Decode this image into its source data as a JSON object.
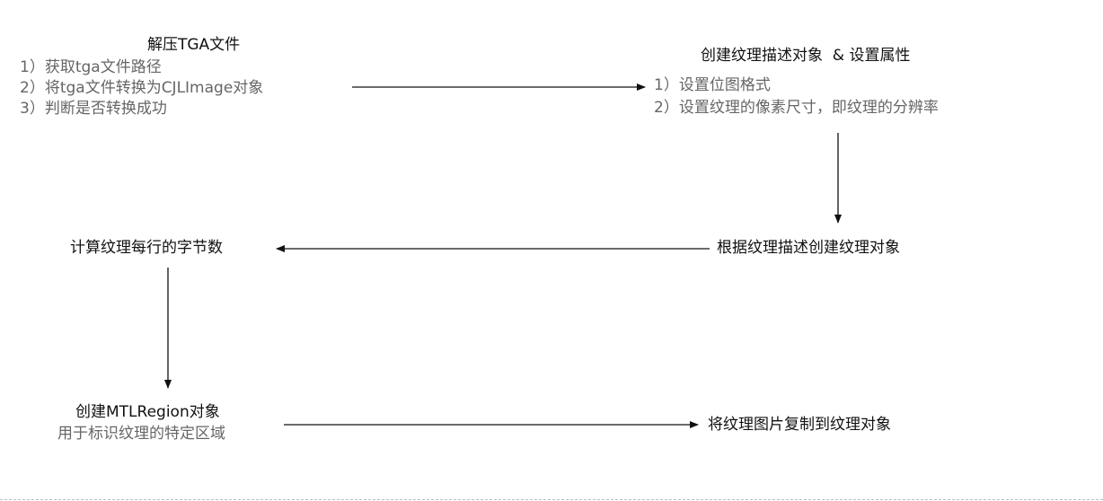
{
  "diagram": {
    "type": "flowchart",
    "nodes": [
      {
        "id": "decompress-tga",
        "title": "解压TGA文件",
        "items": [
          "1）获取tga文件路径",
          "2）将tga文件转换为CJLImage对象",
          "3）判断是否转换成功"
        ]
      },
      {
        "id": "texture-descriptor",
        "title": "创建纹理描述对象  & 设置属性",
        "items": [
          "1）设置位图格式",
          "2）设置纹理的像素尺寸，即纹理的分辨率"
        ]
      },
      {
        "id": "create-texture",
        "title": "根据纹理描述创建纹理对象",
        "items": []
      },
      {
        "id": "bytes-per-row",
        "title": "计算纹理每行的字节数",
        "items": []
      },
      {
        "id": "mtl-region",
        "title": "创建MTLRegion对象",
        "items": [
          "用于标识纹理的特定区域"
        ]
      },
      {
        "id": "copy-image",
        "title": "将纹理图片复制到纹理对象",
        "items": []
      }
    ],
    "edges": [
      {
        "from": "decompress-tga",
        "to": "texture-descriptor"
      },
      {
        "from": "texture-descriptor",
        "to": "create-texture"
      },
      {
        "from": "create-texture",
        "to": "bytes-per-row"
      },
      {
        "from": "bytes-per-row",
        "to": "mtl-region"
      },
      {
        "from": "mtl-region",
        "to": "copy-image"
      }
    ],
    "colors": {
      "title_text": "#111111",
      "sub_text": "#666666",
      "arrow": "#111111",
      "divider": "#bdbdbd"
    }
  }
}
